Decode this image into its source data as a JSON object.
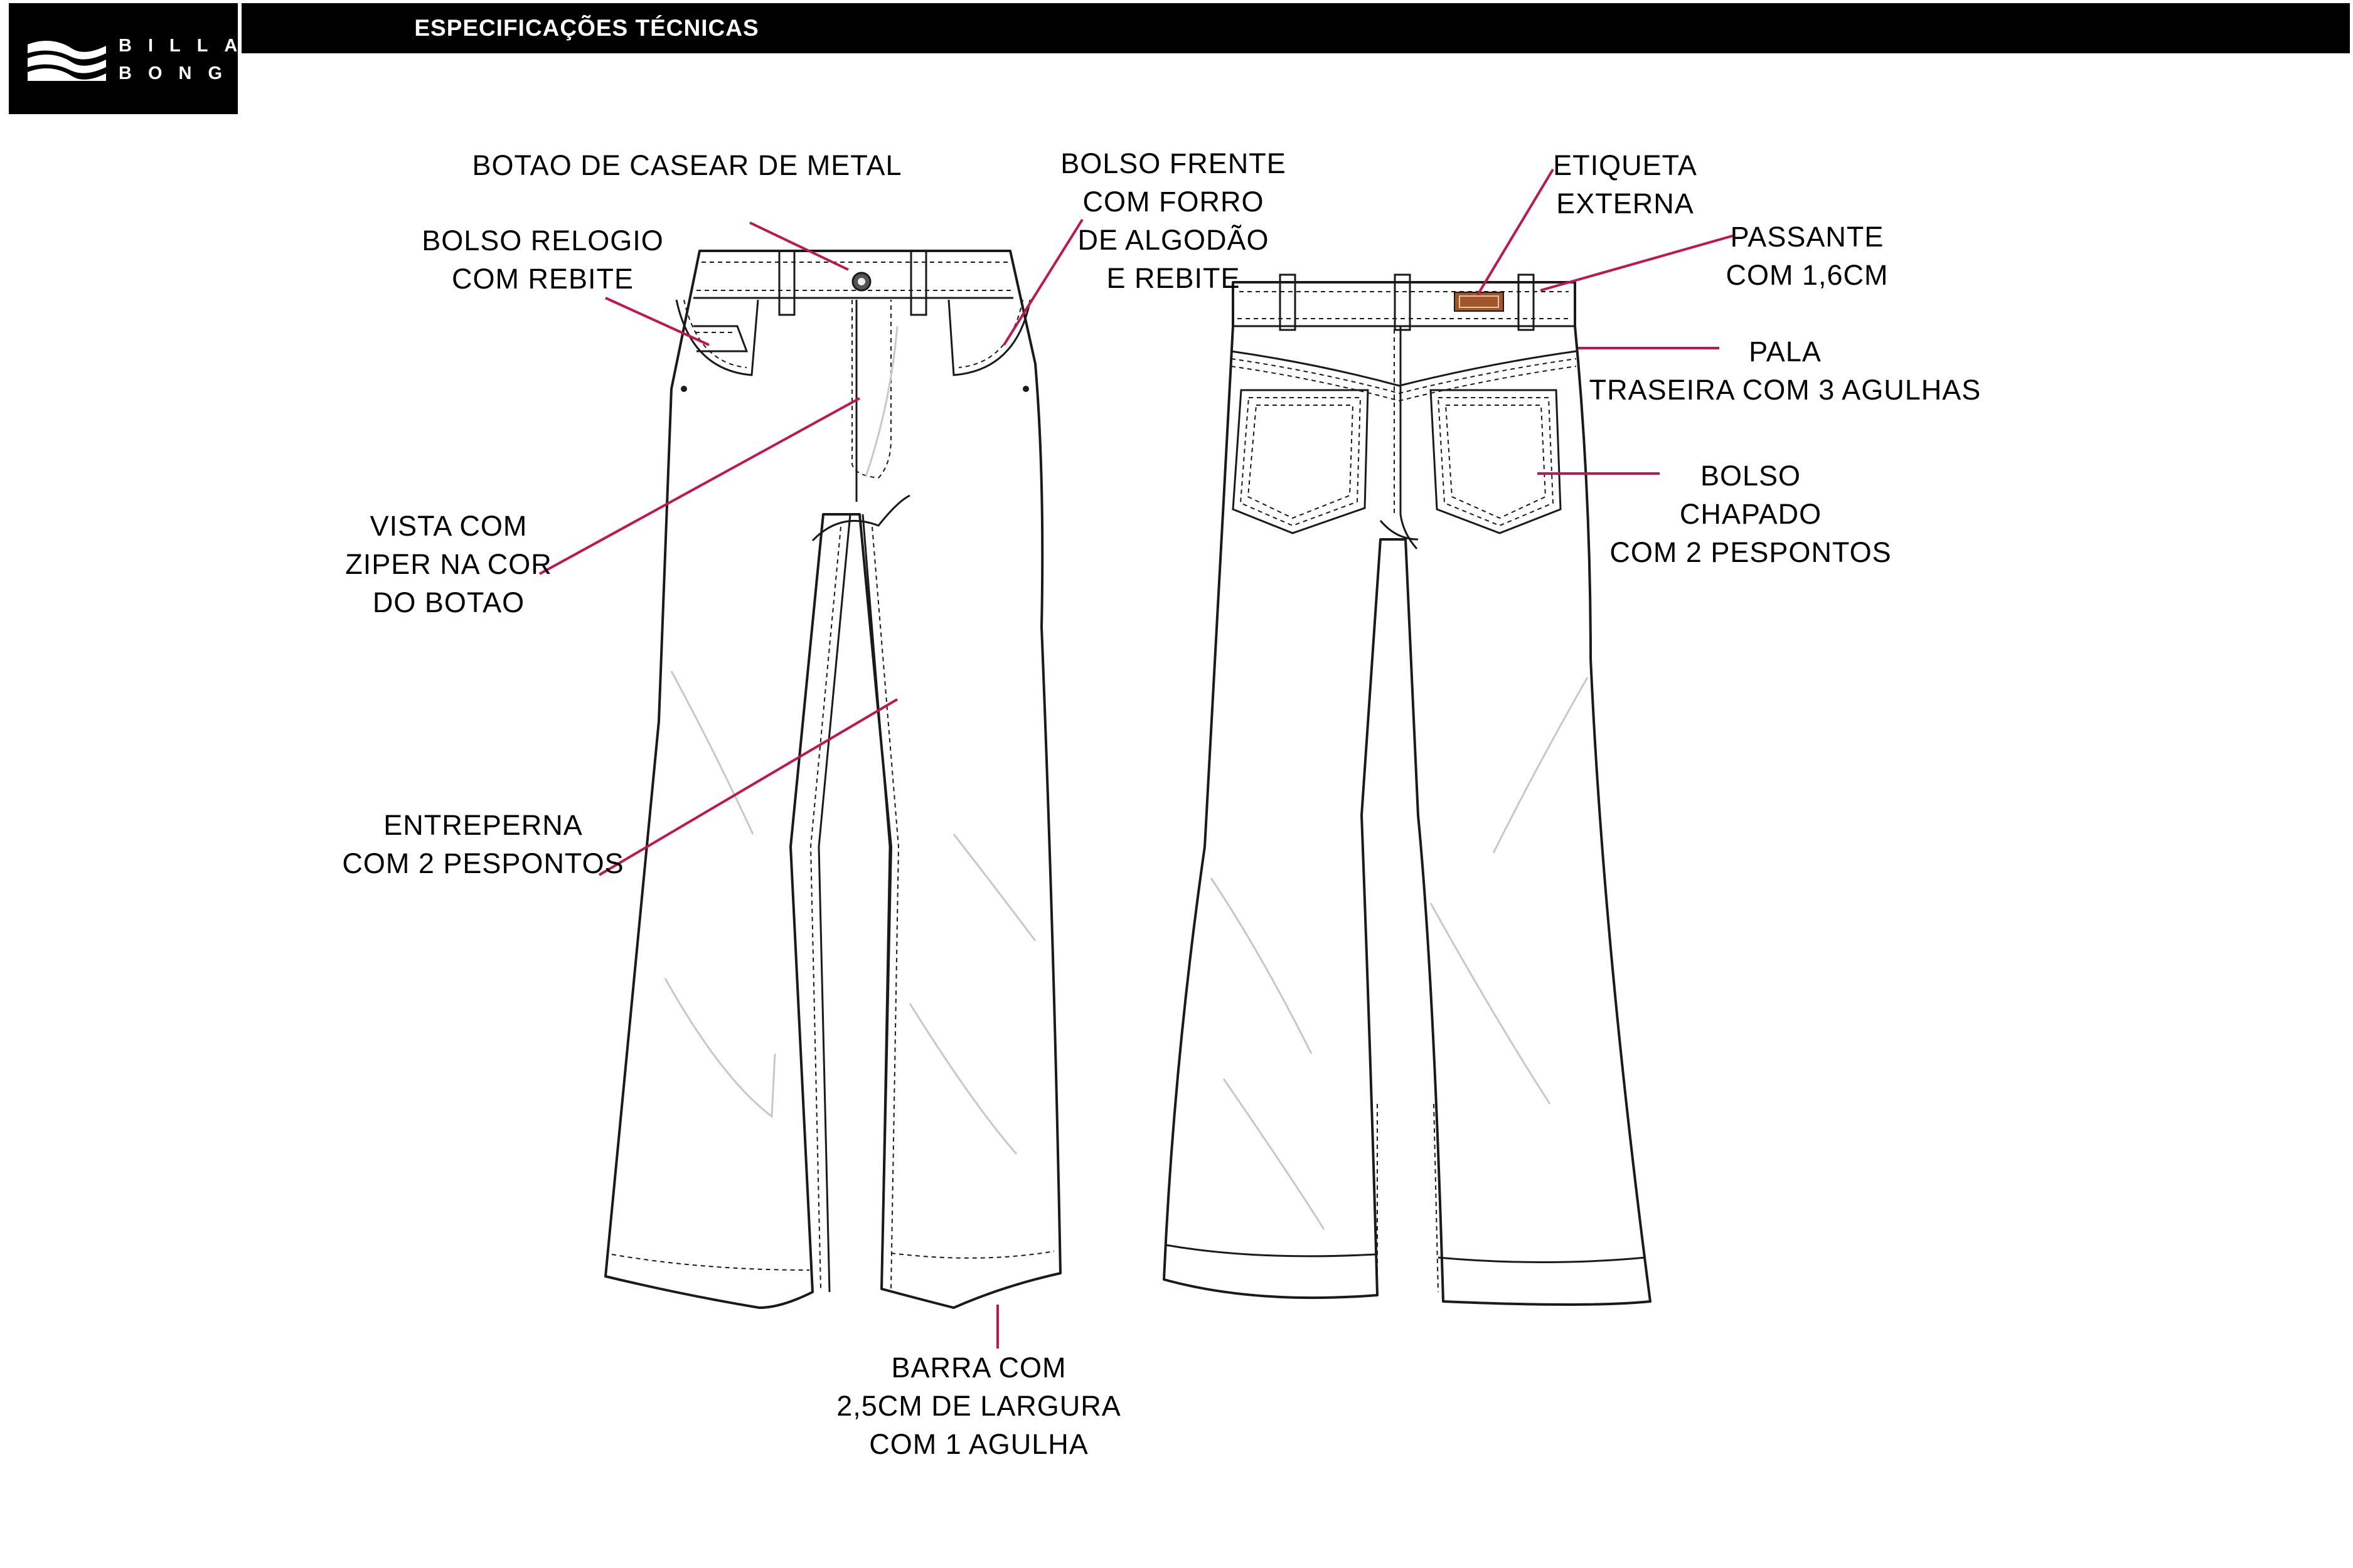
{
  "header": {
    "title": "ESPECIFICAÇÕES TÉCNICAS",
    "brand_line1": "BILLA",
    "brand_line2": "BONG"
  },
  "colors": {
    "header_bg": "#000000",
    "leader_line": "#c2154a",
    "outline": "#1a1a1a",
    "shadow": "#c8c8c8",
    "label_patch": "#a0552a"
  },
  "callouts": {
    "botao": {
      "lines": [
        "BOTAO DE CASEAR DE METAL"
      ]
    },
    "bolso_relogio": {
      "lines": [
        "BOLSO RELOGIO",
        "COM REBITE"
      ]
    },
    "bolso_frente": {
      "lines": [
        "BOLSO FRENTE",
        "COM FORRO",
        "DE ALGODÃO",
        "E REBITE"
      ]
    },
    "vista": {
      "lines": [
        "VISTA COM",
        "ZIPER NA COR",
        "DO BOTAO"
      ]
    },
    "entreperna": {
      "lines": [
        "ENTREPERNA",
        "COM 2 PESPONTOS"
      ]
    },
    "barra": {
      "lines": [
        "BARRA COM",
        "2,5CM DE LARGURA",
        "COM 1 AGULHA"
      ]
    },
    "etiqueta": {
      "lines": [
        "ETIQUETA",
        "EXTERNA"
      ]
    },
    "passante": {
      "lines": [
        "PASSANTE",
        "COM 1,6CM"
      ]
    },
    "pala": {
      "lines": [
        "PALA",
        "TRASEIRA COM 3 AGULHAS"
      ]
    },
    "bolso_chapado": {
      "lines": [
        "BOLSO",
        "CHAPADO",
        "COM 2 PESPONTOS"
      ]
    }
  }
}
